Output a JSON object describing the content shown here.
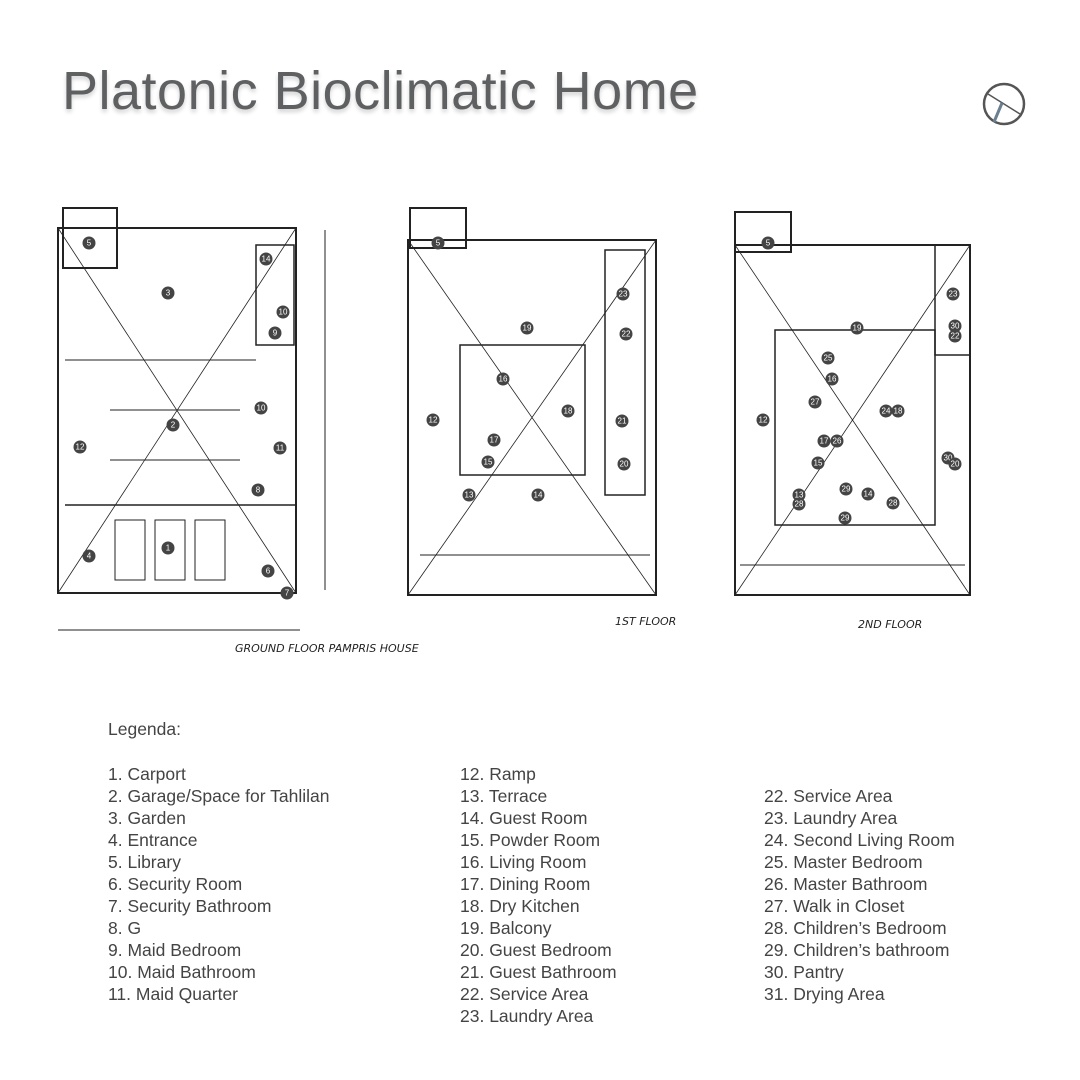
{
  "title": "Platonic Bioclimatic Home",
  "logo_icon": "circle-slash-logo-icon",
  "floors": [
    {
      "label": "GROUND FLOOR  PAMPRIS HOUSE",
      "markers": [
        "5",
        "14",
        "3",
        "10",
        "9",
        "2",
        "12",
        "10",
        "11",
        "8",
        "4",
        "1",
        "6",
        "7"
      ]
    },
    {
      "label": "1ST FLOOR",
      "markers": [
        "5",
        "23",
        "19",
        "22",
        "16",
        "18",
        "12",
        "21",
        "17",
        "15",
        "20",
        "13",
        "14"
      ]
    },
    {
      "label": "2ND FLOOR",
      "markers": [
        "5",
        "23",
        "19",
        "30",
        "22",
        "25",
        "16",
        "27",
        "24",
        "18",
        "12",
        "17",
        "26",
        "30",
        "20",
        "15",
        "29",
        "14",
        "13",
        "28",
        "28",
        "29"
      ]
    }
  ],
  "legend": {
    "title": "Legenda:",
    "columns": [
      [
        "1. Carport",
        "2. Garage/Space for Tahlilan",
        "3. Garden",
        "4. Entrance",
        "5. Library",
        "6. Security Room",
        "7. Security Bathroom",
        "8. G",
        "9. Maid Bedroom",
        "10. Maid Bathroom",
        "11. Maid Quarter"
      ],
      [
        "12. Ramp",
        "13. Terrace",
        "14. Guest Room",
        "15. Powder Room",
        "16. Living Room",
        "17. Dining Room",
        "18. Dry Kitchen",
        "19. Balcony",
        "20. Guest Bedroom",
        "21. Guest Bathroom",
        "22. Service Area",
        "23. Laundry Area"
      ],
      [
        "22. Service Area",
        "23. Laundry Area",
        "24. Second Living Room",
        "25. Master Bedroom",
        "26. Master Bathroom",
        "27. Walk in Closet",
        "28. Children’s Bedroom",
        "29. Children’s bathroom",
        "30. Pantry",
        "31. Drying Area"
      ]
    ]
  }
}
